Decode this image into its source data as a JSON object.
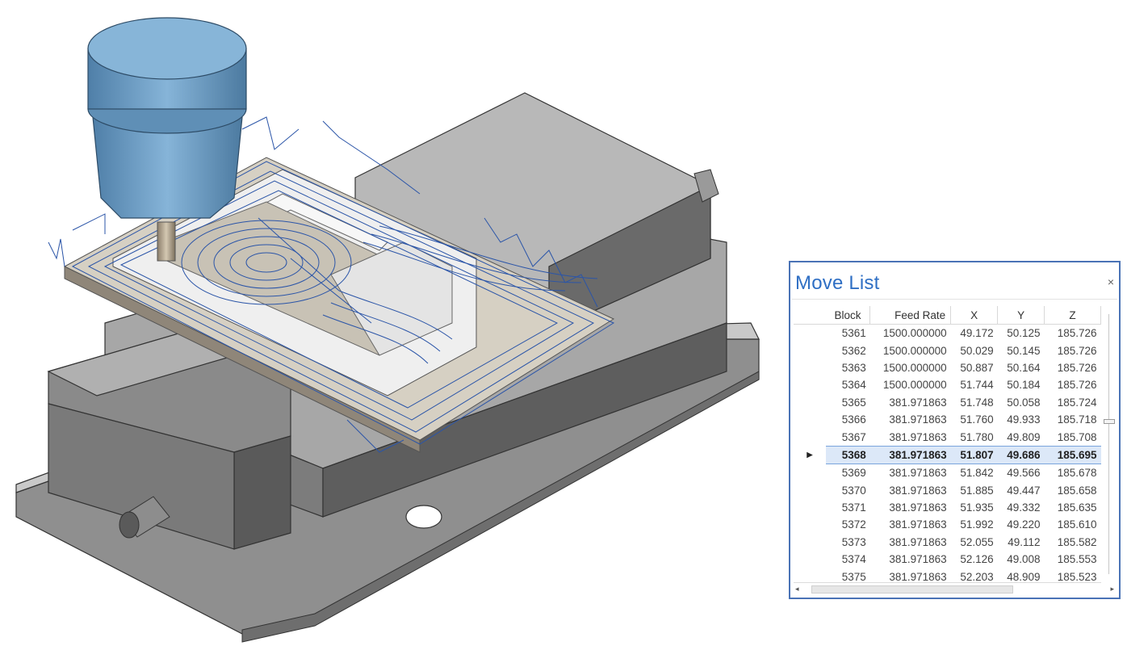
{
  "panel": {
    "title": "Move List",
    "close_glyph": "×",
    "columns": [
      "Block",
      "Feed Rate",
      "X",
      "Y",
      "Z"
    ],
    "selected_block": "5368",
    "rows": [
      {
        "block": "5361",
        "feed": "1500.000000",
        "x": "49.172",
        "y": "50.125",
        "z": "185.726"
      },
      {
        "block": "5362",
        "feed": "1500.000000",
        "x": "50.029",
        "y": "50.145",
        "z": "185.726"
      },
      {
        "block": "5363",
        "feed": "1500.000000",
        "x": "50.887",
        "y": "50.164",
        "z": "185.726"
      },
      {
        "block": "5364",
        "feed": "1500.000000",
        "x": "51.744",
        "y": "50.184",
        "z": "185.726"
      },
      {
        "block": "5365",
        "feed": "381.971863",
        "x": "51.748",
        "y": "50.058",
        "z": "185.724"
      },
      {
        "block": "5366",
        "feed": "381.971863",
        "x": "51.760",
        "y": "49.933",
        "z": "185.718"
      },
      {
        "block": "5367",
        "feed": "381.971863",
        "x": "51.780",
        "y": "49.809",
        "z": "185.708"
      },
      {
        "block": "5368",
        "feed": "381.971863",
        "x": "51.807",
        "y": "49.686",
        "z": "185.695"
      },
      {
        "block": "5369",
        "feed": "381.971863",
        "x": "51.842",
        "y": "49.566",
        "z": "185.678"
      },
      {
        "block": "5370",
        "feed": "381.971863",
        "x": "51.885",
        "y": "49.447",
        "z": "185.658"
      },
      {
        "block": "5371",
        "feed": "381.971863",
        "x": "51.935",
        "y": "49.332",
        "z": "185.635"
      },
      {
        "block": "5372",
        "feed": "381.971863",
        "x": "51.992",
        "y": "49.220",
        "z": "185.610"
      },
      {
        "block": "5373",
        "feed": "381.971863",
        "x": "52.055",
        "y": "49.112",
        "z": "185.582"
      },
      {
        "block": "5374",
        "feed": "381.971863",
        "x": "52.126",
        "y": "49.008",
        "z": "185.553"
      },
      {
        "block": "5375",
        "feed": "381.971863",
        "x": "52.203",
        "y": "48.909",
        "z": "185.523"
      }
    ]
  },
  "icons": {
    "row_pointer": "▸",
    "scroll_left": "◂",
    "scroll_right": "▸"
  },
  "colors": {
    "accent": "#2f6fc4",
    "panel_border": "#4a73b6",
    "toolpath": "#2b55a8",
    "tool": "#6f9fc6",
    "fixture": "#9a9a9a",
    "selection": "#dce8f8"
  }
}
